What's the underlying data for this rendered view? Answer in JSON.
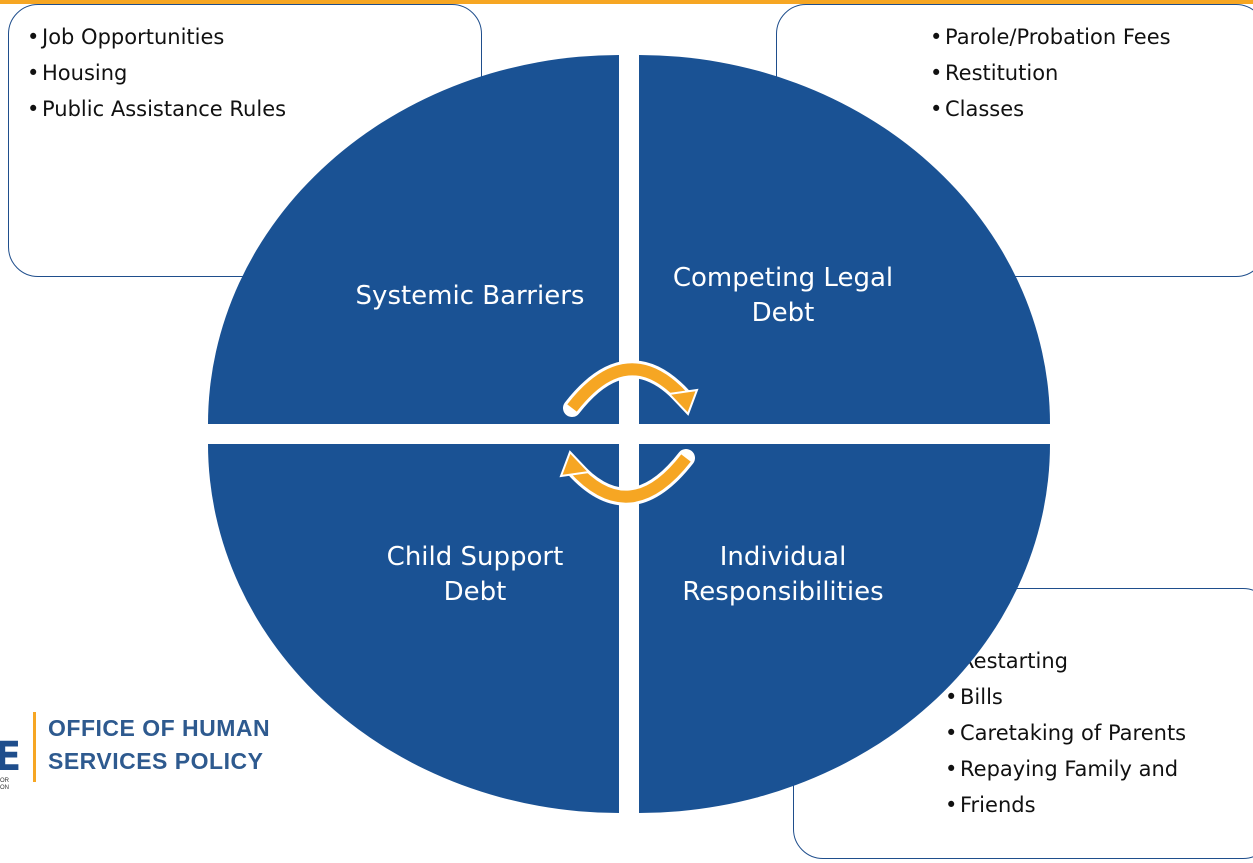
{
  "quadrants": {
    "top_left": "Systemic Barriers",
    "top_right_line1": "Competing Legal",
    "top_right_line2": "Debt",
    "bottom_left_line1": "Child Support",
    "bottom_left_line2": "Debt",
    "bottom_right_line1": "Individual",
    "bottom_right_line2": "Responsibilities"
  },
  "callouts": {
    "top_left": [
      "Job Opportunities",
      "Housing",
      "Public Assistance Rules"
    ],
    "top_right": [
      "Parole/Probation Fees",
      "Restitution",
      "Classes"
    ],
    "bottom_right": [
      "Restarting",
      "Bills",
      "Caretaking of Parents",
      "Repaying Family and",
      "Friends"
    ]
  },
  "logo": {
    "title_line1": "OFFICE OF HUMAN",
    "title_line2": "SERVICES POLICY",
    "mark": "E",
    "mini_line1": "OR",
    "mini_line2": "ON"
  },
  "colors": {
    "quadrant_fill": "#1A5294",
    "arrow": "#F6A623",
    "accent_bar": "#F6A623"
  }
}
